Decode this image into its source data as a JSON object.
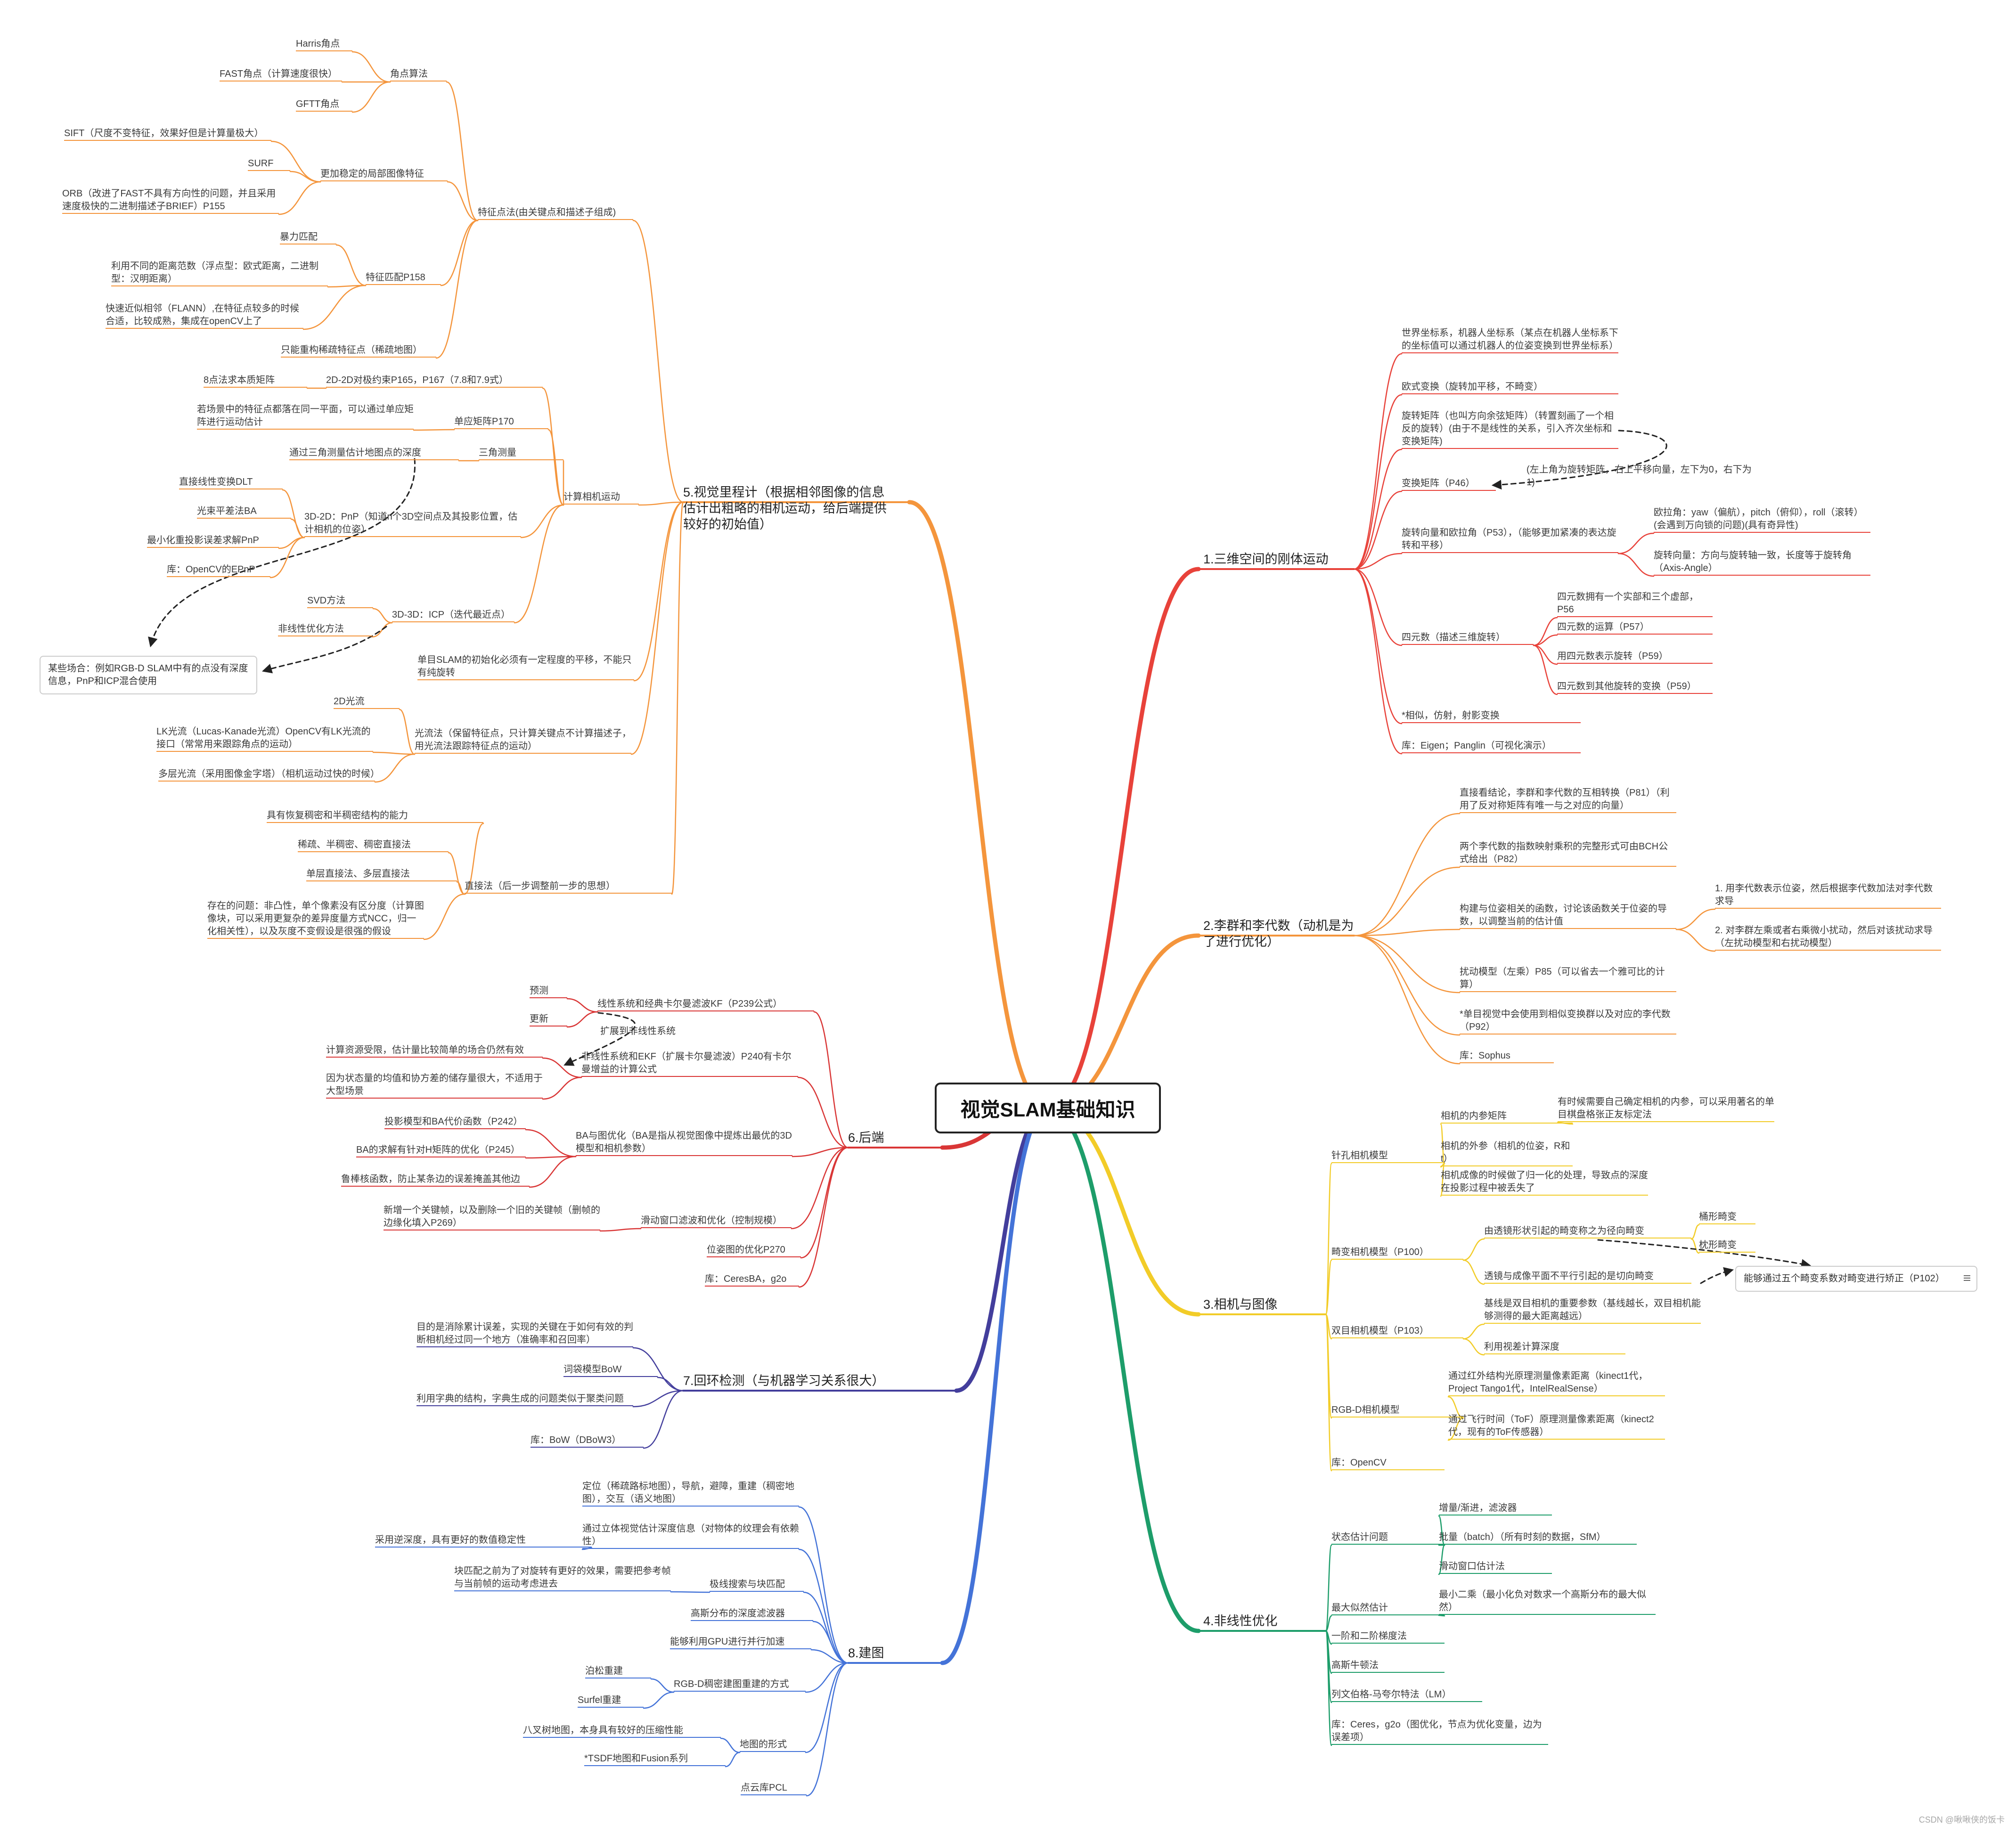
{
  "root": {
    "title": "视觉SLAM基础知识"
  },
  "credit": "CSDN @啾啾侠的饭卡",
  "callouts": {
    "rgbd": "某些场合：例如RGB-D SLAM中有的点没有深度信息，PnP和ICP混合使用",
    "distort": "能够通过五个畸变系数对畸变进行矫正（P102）"
  },
  "colors": {
    "b1": "#e8423a",
    "b2": "#f4953c",
    "b3": "#f2cc28",
    "b4": "#1d9d6a",
    "b5": "#f4953c",
    "b6": "#d93636",
    "b7": "#433e9c",
    "b8": "#4473d8"
  },
  "b1": {
    "title": "1.三维空间的刚体运动",
    "items": [
      "世界坐标系，机器人坐标系（某点在机器人坐标系下的坐标值可以通过机器人的位姿变换到世界坐标系）",
      "欧式变换（旋转加平移，不畸变）",
      "旋转矩阵（也叫方向余弦矩阵）（转置刻画了一个相反的旋转）(由于不是线性的关系，引入齐次坐标和变换矩阵)",
      "变换矩阵（P46）",
      "(左上角为旋转矩阵，右上平移向量，左下为0，右下为1)",
      "旋转向量和欧拉角（P53），（能够更加紧凑的表达旋转和平移）",
      "欧拉角：yaw（偏航），pitch（俯仰），roll（滚转）(会遇到万向锁的问题)(具有奇异性)",
      "旋转向量：方向与旋转轴一致，长度等于旋转角（Axis-Angle）",
      "四元数（描述三维旋转）",
      "四元数拥有一个实部和三个虚部，P56",
      "四元数的运算（P57）",
      "用四元数表示旋转（P59）",
      "四元数到其他旋转的变换（P59）",
      "*相似，仿射，射影变换",
      "库：Eigen；Panglin（可视化演示）"
    ]
  },
  "b2": {
    "title": "2.李群和李代数（动机是为了进行优化）",
    "items": [
      "直接看结论，李群和李代数的互相转换（P81）（利用了反对称矩阵有唯一与之对应的向量）",
      "两个李代数的指数映射乘积的完整形式可由BCH公式给出（P82）",
      "构建与位姿相关的函数，讨论该函数关于位姿的导数，以调整当前的估计值",
      "1. 用李代数表示位姿，然后根据李代数加法对李代数求导",
      "2. 对李群左乘或者右乘微小扰动，然后对该扰动求导（左扰动模型和右扰动模型）",
      "扰动模型（左乘）P85（可以省去一个雅可比的计算）",
      "*单目视觉中会使用到相似变换群以及对应的李代数（P92）",
      "库：Sophus"
    ]
  },
  "b3": {
    "title": "3.相机与图像",
    "items": [
      "针孔相机模型",
      "相机的内参矩阵",
      "有时候需要自己确定相机的内参，可以采用著名的单目棋盘格张正友标定法",
      "相机的外参（相机的位姿，R和t）",
      "相机成像的时候做了归一化的处理，导致点的深度在投影过程中被丢失了",
      "畸变相机模型（P100）",
      "由透镜形状引起的畸变称之为径向畸变",
      "桶形畸变",
      "枕形畸变",
      "透镜与成像平面不平行引起的是切向畸变",
      "双目相机模型（P103）",
      "基线是双目相机的重要参数（基线越长，双目相机能够测得的最大距离越远）",
      "利用视差计算深度",
      "RGB-D相机模型",
      "通过红外结构光原理测量像素距离（kinect1代，Project Tango1代，IntelRealSense）",
      "通过飞行时间（ToF）原理测量像素距离（kinect2代，现有的ToF传感器）",
      "库：OpenCV"
    ]
  },
  "b4": {
    "title": "4.非线性优化",
    "items": [
      "状态估计问题",
      "增量/渐进，滤波器",
      "批量（batch）（所有时刻的数据，SfM）",
      "滑动窗口估计法",
      "最大似然估计",
      "最小二乘（最小化负对数求一个高斯分布的最大似然）",
      "一阶和二阶梯度法",
      "高斯牛顿法",
      "列文伯格-马夸尔特法（LM）",
      "库：Ceres，g2o（图优化，节点为优化变量，边为误差项）"
    ]
  },
  "b5": {
    "title": "5.视觉里程计（根据相邻图像的信息估计出粗略的相机运动，给后端提供较好的初始值）",
    "items": [
      "特征点法(由关键点和描述子组成)",
      "角点算法",
      "Harris角点",
      "FAST角点（计算速度很快）",
      "GFTT角点",
      "更加稳定的局部图像特征",
      "SIFT（尺度不变特征，效果好但是计算量极大）",
      "SURF",
      "ORB（改进了FAST不具有方向性的问题，并且采用速度极快的二进制描述子BRIEF）P155",
      "特征匹配P158",
      "暴力匹配",
      "利用不同的距离范数（浮点型：欧式距离，二进制型：汉明距离）",
      "快速近似相邻（FLANN）,在特征点较多的时候合适，比较成熟，集成在openCV上了",
      "只能重构稀疏特征点（稀疏地图）",
      "计算相机运动",
      "2D-2D对极约束P165，P167（7.8和7.9式）",
      "8点法求本质矩阵",
      "单应矩阵P170",
      "若场景中的特征点都落在同一平面，可以通过单应矩阵进行运动估计",
      "三角测量",
      "通过三角测量估计地图点的深度",
      "3D-2D：PnP（知道n个3D空间点及其投影位置，估计相机的位姿）",
      "直接线性变换DLT",
      "光束平差法BA",
      "最小化重投影误差求解PnP",
      "库：OpenCV的EPnP",
      "3D-3D：ICP（迭代最近点）",
      "SVD方法",
      "非线性优化方法",
      "单目SLAM的初始化必须有一定程度的平移，不能只有纯旋转",
      "光流法（保留特征点，只计算关键点不计算描述子，用光流法跟踪特征点的运动）",
      "2D光流",
      "LK光流（Lucas-Kanade光流）OpenCV有LK光流的接口（常常用来跟踪角点的运动）",
      "多层光流（采用图像金字塔）（相机运动过快的时候）",
      "直接法（后一步调整前一步的思想）",
      "具有恢复稠密和半稠密结构的能力",
      "稀疏、半稠密、稠密直接法",
      "单层直接法、多层直接法",
      "存在的问题：非凸性，单个像素没有区分度（计算图像块，可以采用更复杂的差异度量方式NCC，归一化相关性），以及灰度不变假设是很强的假设"
    ]
  },
  "b6": {
    "title": "6.后端",
    "items": [
      "线性系统和经典卡尔曼滤波KF（P239公式）",
      "预测",
      "更新",
      "扩展到非线性系统",
      "非线性系统和EKF（扩展卡尔曼滤波）P240有卡尔曼增益的计算公式",
      "计算资源受限，估计量比较简单的场合仍然有效",
      "因为状态量的均值和协方差的储存量很大，不适用于大型场景",
      "BA与图优化（BA是指从视觉图像中提炼出最优的3D模型和相机参数）",
      "投影模型和BA代价函数（P242）",
      "BA的求解有针对H矩阵的优化（P245）",
      "鲁棒核函数，防止某条边的误差掩盖其他边",
      "滑动窗口滤波和优化（控制规模）",
      "新增一个关键帧，以及删除一个旧的关键帧（删帧的边缘化填入P269）",
      "位姿图的优化P270",
      "库：CeresBA，g2o"
    ]
  },
  "b7": {
    "title": "7.回环检测（与机器学习关系很大）",
    "items": [
      "目的是消除累计误差，实现的关键在于如何有效的判断相机经过同一个地方（准确率和召回率）",
      "词袋模型BoW",
      "利用字典的结构，字典生成的问题类似于聚类问题",
      "库：BoW（DBoW3）"
    ]
  },
  "b8": {
    "title": "8.建图",
    "items": [
      "定位（稀疏路标地图），导航，避障，重建（稠密地图），交互（语义地图）",
      "通过立体视觉估计深度信息（对物体的纹理会有依赖性）",
      "采用逆深度，具有更好的数值稳定性",
      "极线搜索与块匹配",
      "块匹配之前为了对旋转有更好的效果，需要把参考帧与当前帧的运动考虑进去",
      "高斯分布的深度滤波器",
      "能够利用GPU进行并行加速",
      "RGB-D稠密建图重建的方式",
      "泊松重建",
      "Surfel重建",
      "地图的形式",
      "八叉树地图，本身具有较好的压缩性能",
      "*TSDF地图和Fusion系列",
      "点云库PCL"
    ]
  }
}
